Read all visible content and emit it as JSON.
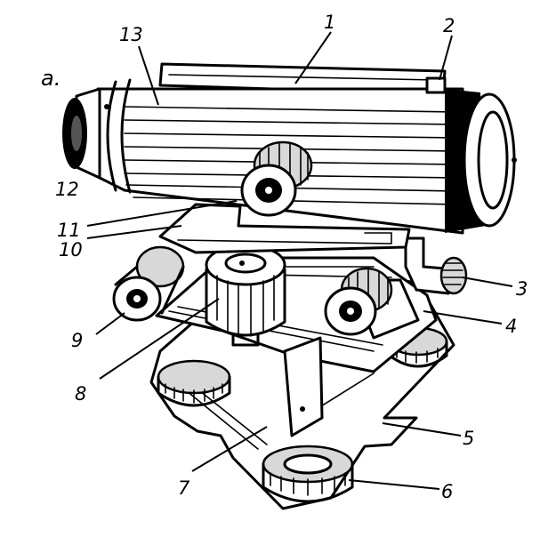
{
  "figure_label": "a.",
  "part_labels": [
    "1",
    "2",
    "3",
    "4",
    "5",
    "6",
    "7",
    "8",
    "9",
    "10",
    "11",
    "12",
    "13"
  ],
  "colors": {
    "ink": "#000000",
    "paper": "#ffffff"
  }
}
